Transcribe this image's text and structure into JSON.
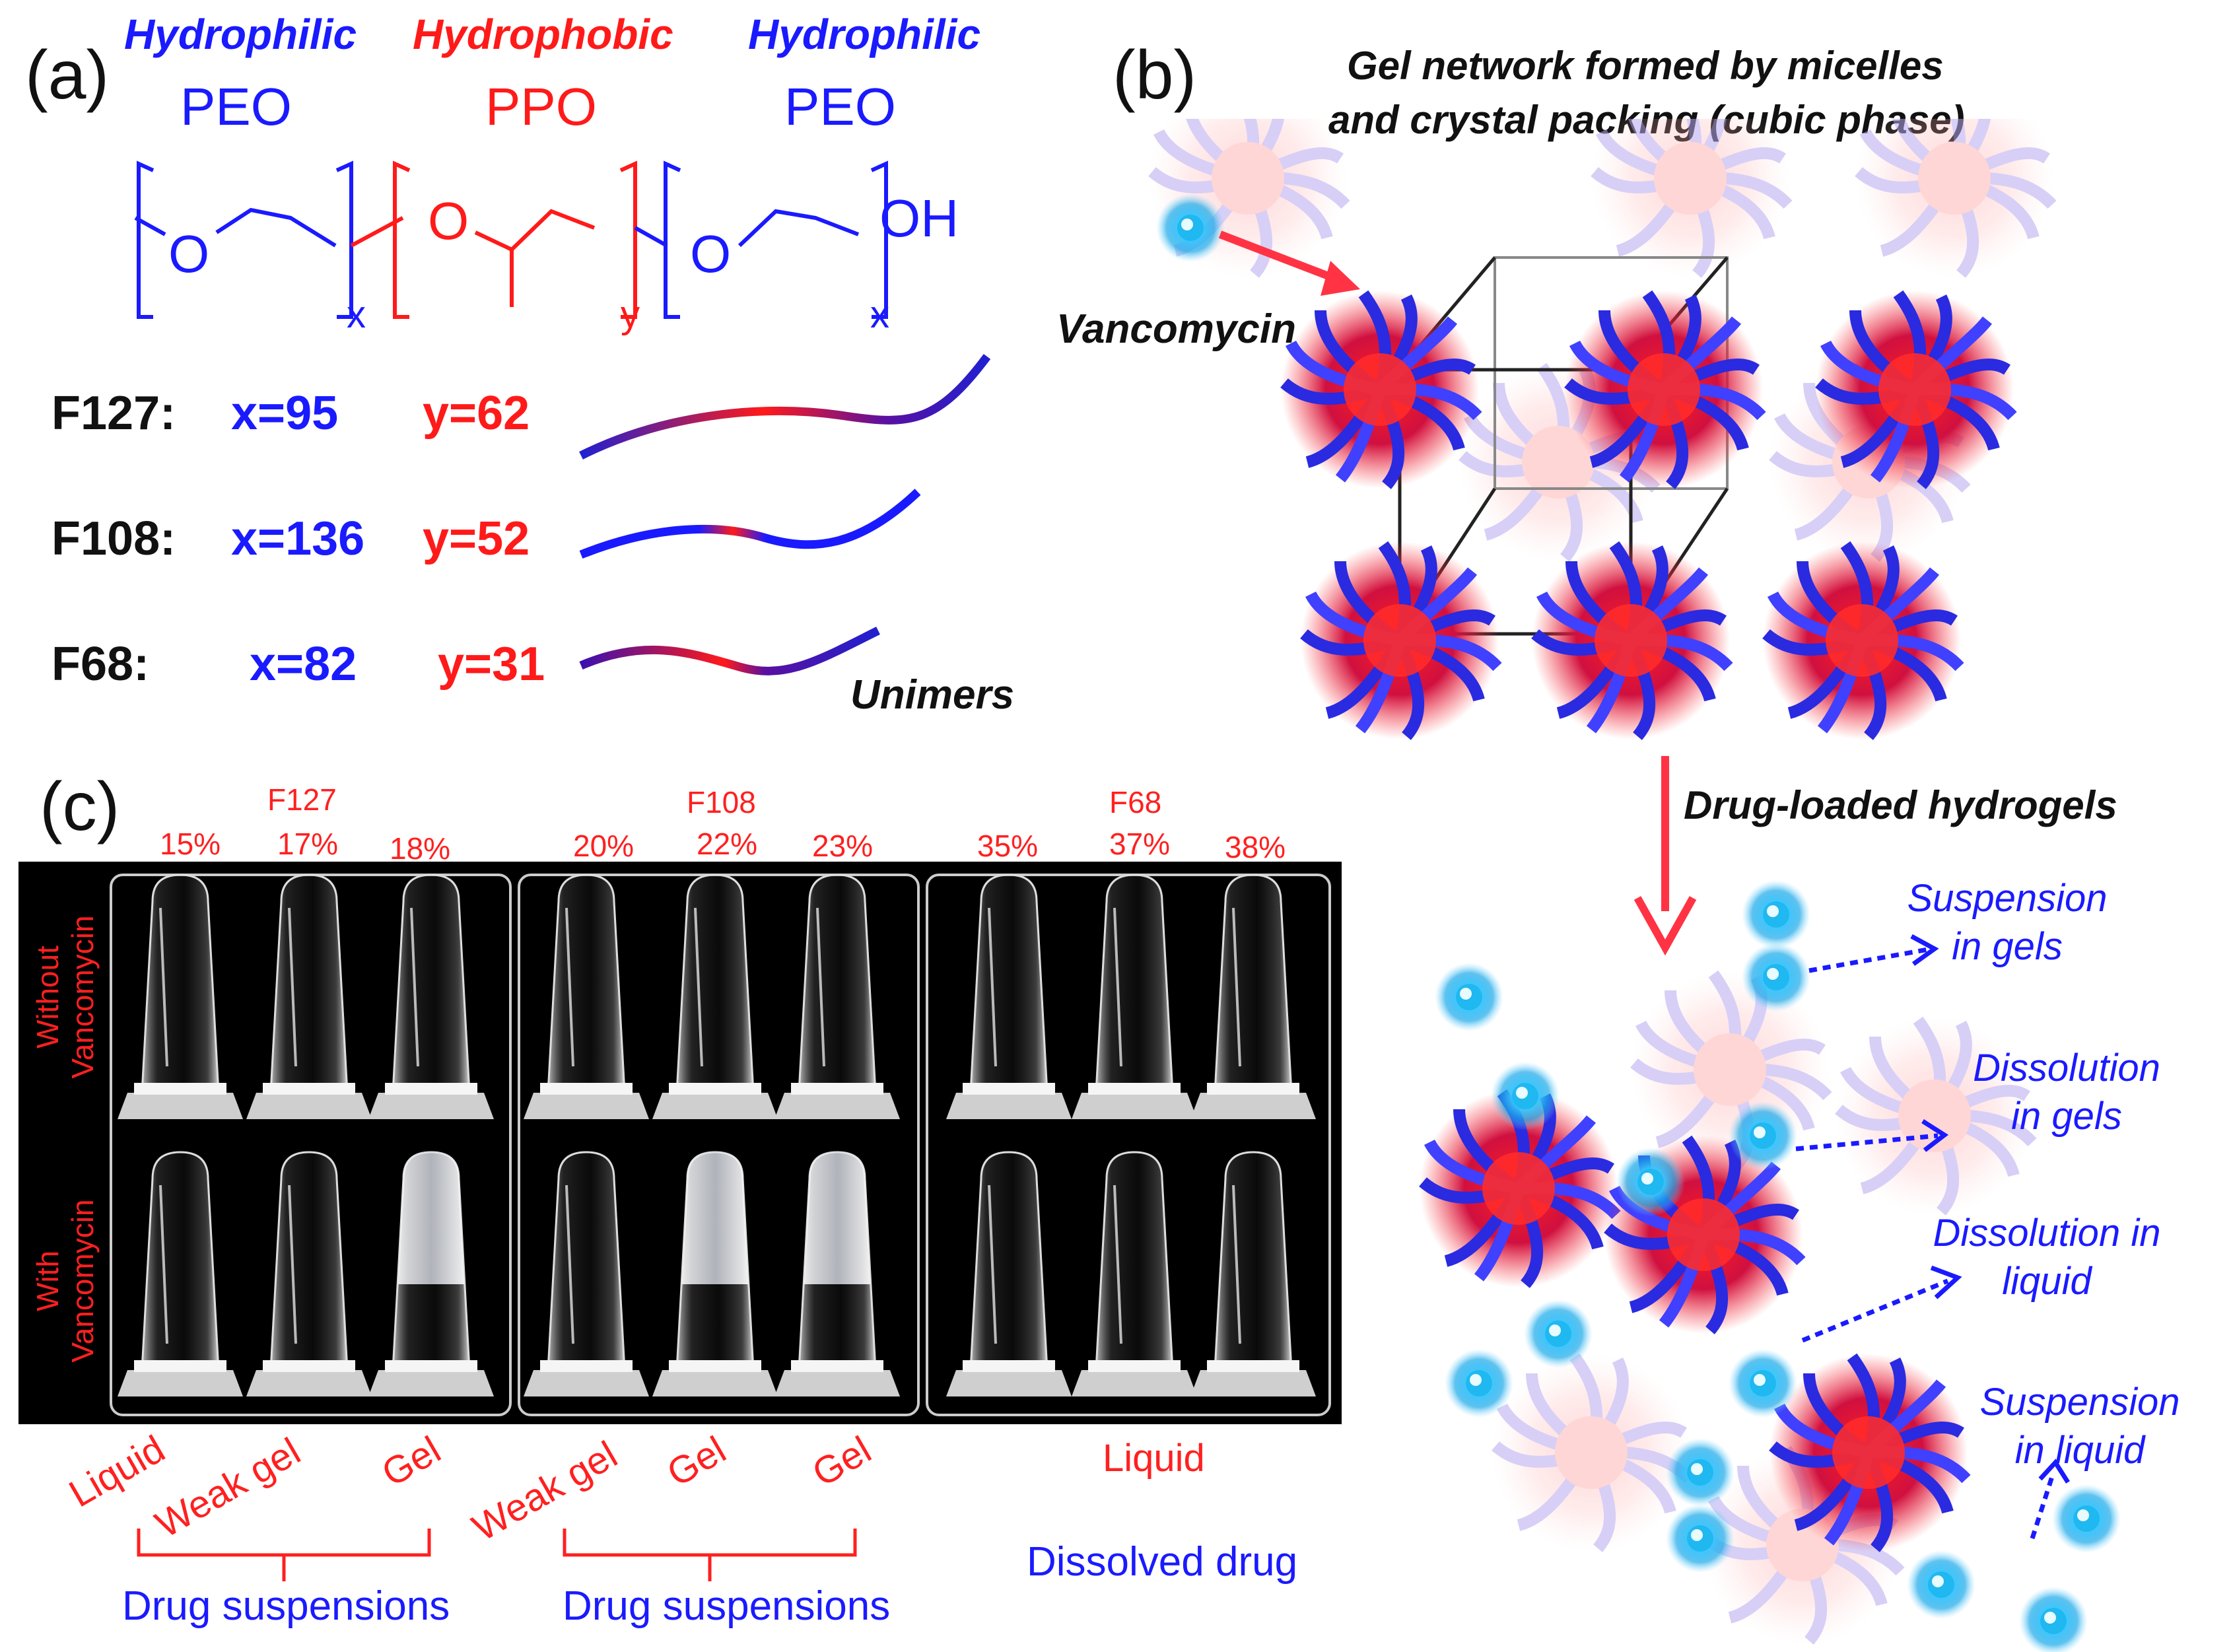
{
  "panel_a": {
    "label": "(a)",
    "headers": [
      {
        "role": "Hydrophilic",
        "polymer": "PEO",
        "color": "#1a1aff"
      },
      {
        "role": "Hydrophobic",
        "polymer": "PPO",
        "color": "#ff1a1a"
      },
      {
        "role": "Hydrophilic",
        "polymer": "PEO",
        "color": "#1a1aff"
      }
    ],
    "structure": {
      "o1": "O",
      "o2": "O",
      "o3": "O",
      "oh": "OH",
      "sub_x1": "x",
      "sub_y": "y",
      "sub_x2": "x"
    },
    "polymers": [
      {
        "name": "F127:",
        "x": "x=95",
        "y": "y=62"
      },
      {
        "name": "F108:",
        "x": "x=136",
        "y": "y=52"
      },
      {
        "name": "F68:",
        "x": "x=82",
        "y": "y=31"
      }
    ],
    "unimers_label": "Unimers"
  },
  "panel_b": {
    "label": "(b)",
    "title_line1": "Gel network formed by micelles",
    "title_line2": "and crystal packing (cubic phase)",
    "vancomycin": "Vancomycin",
    "arrow_label": "Drug-loaded hydrogels",
    "annotations": [
      {
        "line1": "Suspension",
        "line2": "in gels"
      },
      {
        "line1": "Dissolution",
        "line2": "in gels"
      },
      {
        "line1": "Dissolution in",
        "line2": "liquid"
      },
      {
        "line1": "Suspension",
        "line2": "in liquid"
      }
    ]
  },
  "panel_c": {
    "label": "(c)",
    "groups": [
      {
        "name": "F127",
        "concentrations": [
          "15%",
          "17%",
          "18%"
        ],
        "states": [
          "Liquid",
          "Weak gel",
          "Gel"
        ],
        "summary": "Drug suspensions"
      },
      {
        "name": "F108",
        "concentrations": [
          "20%",
          "22%",
          "23%"
        ],
        "states": [
          "Weak gel",
          "Gel",
          "Gel"
        ],
        "summary": "Drug suspensions"
      },
      {
        "name": "F68",
        "concentrations": [
          "35%",
          "37%",
          "38%"
        ],
        "states": [
          "Liquid"
        ],
        "summary": "Dissolved drug"
      }
    ],
    "row_labels": [
      {
        "line1": "Without",
        "line2": "Vancomycin"
      },
      {
        "line1": "With",
        "line2": "Vancomycin"
      }
    ]
  },
  "colors": {
    "peo": "#1a1aff",
    "ppo": "#ff1a1a",
    "annotation": "#1a1aff",
    "arrow": "#ff3344",
    "drug": "#2ec4ff"
  }
}
